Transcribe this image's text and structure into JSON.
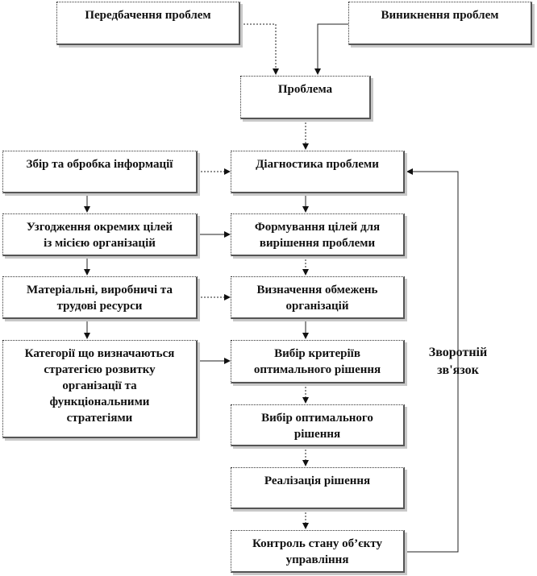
{
  "diagram": {
    "nodes": {
      "forecasting": "Передбачення проблем",
      "emergence": "Виникнення проблем",
      "problem": "Проблема",
      "diagnostics": "Діагностика проблеми",
      "goals": "Формування цілей для\nвирішення проблеми",
      "constraints": "Визначення обмежень\nорганізацій",
      "criteria": "Вибір критеріїв\nоптимального рішення",
      "choice": "Вибір оптимального\nрішення",
      "implementation": "Реалізація  рішення",
      "control": "Контроль стану об’єкту\nуправління",
      "info": "Збір та обробка інформації",
      "mission": "Узгодження окремих цілей\nіз місією організацій",
      "resources": "Матеріальні,  виробничі та\nтрудові ресурси",
      "categories": "Категорії що визначаються\nстратегією розвитку\nорганізації та\nфункціональними\nстратегіями"
    },
    "feedback_label": "Зворотній\nзв'язок"
  }
}
